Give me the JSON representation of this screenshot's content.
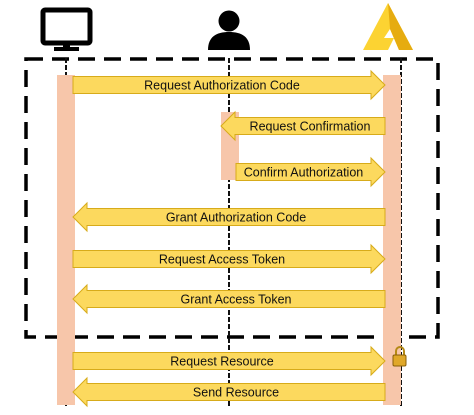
{
  "colors": {
    "arrow_fill": "#fcd95e",
    "arrow_stroke": "#d7ab1a",
    "lifeline_bar": "#f7c6aa",
    "lifeline_line": "#111111",
    "frame": "#000000",
    "brand_light": "#fcd332",
    "brand_dark": "#e6ac10"
  },
  "actors": [
    {
      "name": "client",
      "icon": "monitor-icon"
    },
    {
      "name": "user",
      "icon": "person-icon"
    },
    {
      "name": "server",
      "icon": "a-logo-icon"
    }
  ],
  "messages": [
    {
      "label": "Request Authorization Code",
      "from": "client",
      "to": "server",
      "inside_frame": true
    },
    {
      "label": "Request Confirmation",
      "from": "server",
      "to": "user",
      "inside_frame": true
    },
    {
      "label": "Confirm Authorization",
      "from": "user",
      "to": "server",
      "inside_frame": true
    },
    {
      "label": "Grant Authorization Code",
      "from": "server",
      "to": "client",
      "inside_frame": true
    },
    {
      "label": "Request Access Token",
      "from": "client",
      "to": "server",
      "inside_frame": true
    },
    {
      "label": "Grant Access Token",
      "from": "server",
      "to": "client",
      "inside_frame": true
    },
    {
      "label": "Request Resource",
      "from": "client",
      "to": "server",
      "inside_frame": false
    },
    {
      "label": "Send Resource",
      "from": "server",
      "to": "client",
      "inside_frame": false
    }
  ],
  "lock_icon": "lock-icon"
}
